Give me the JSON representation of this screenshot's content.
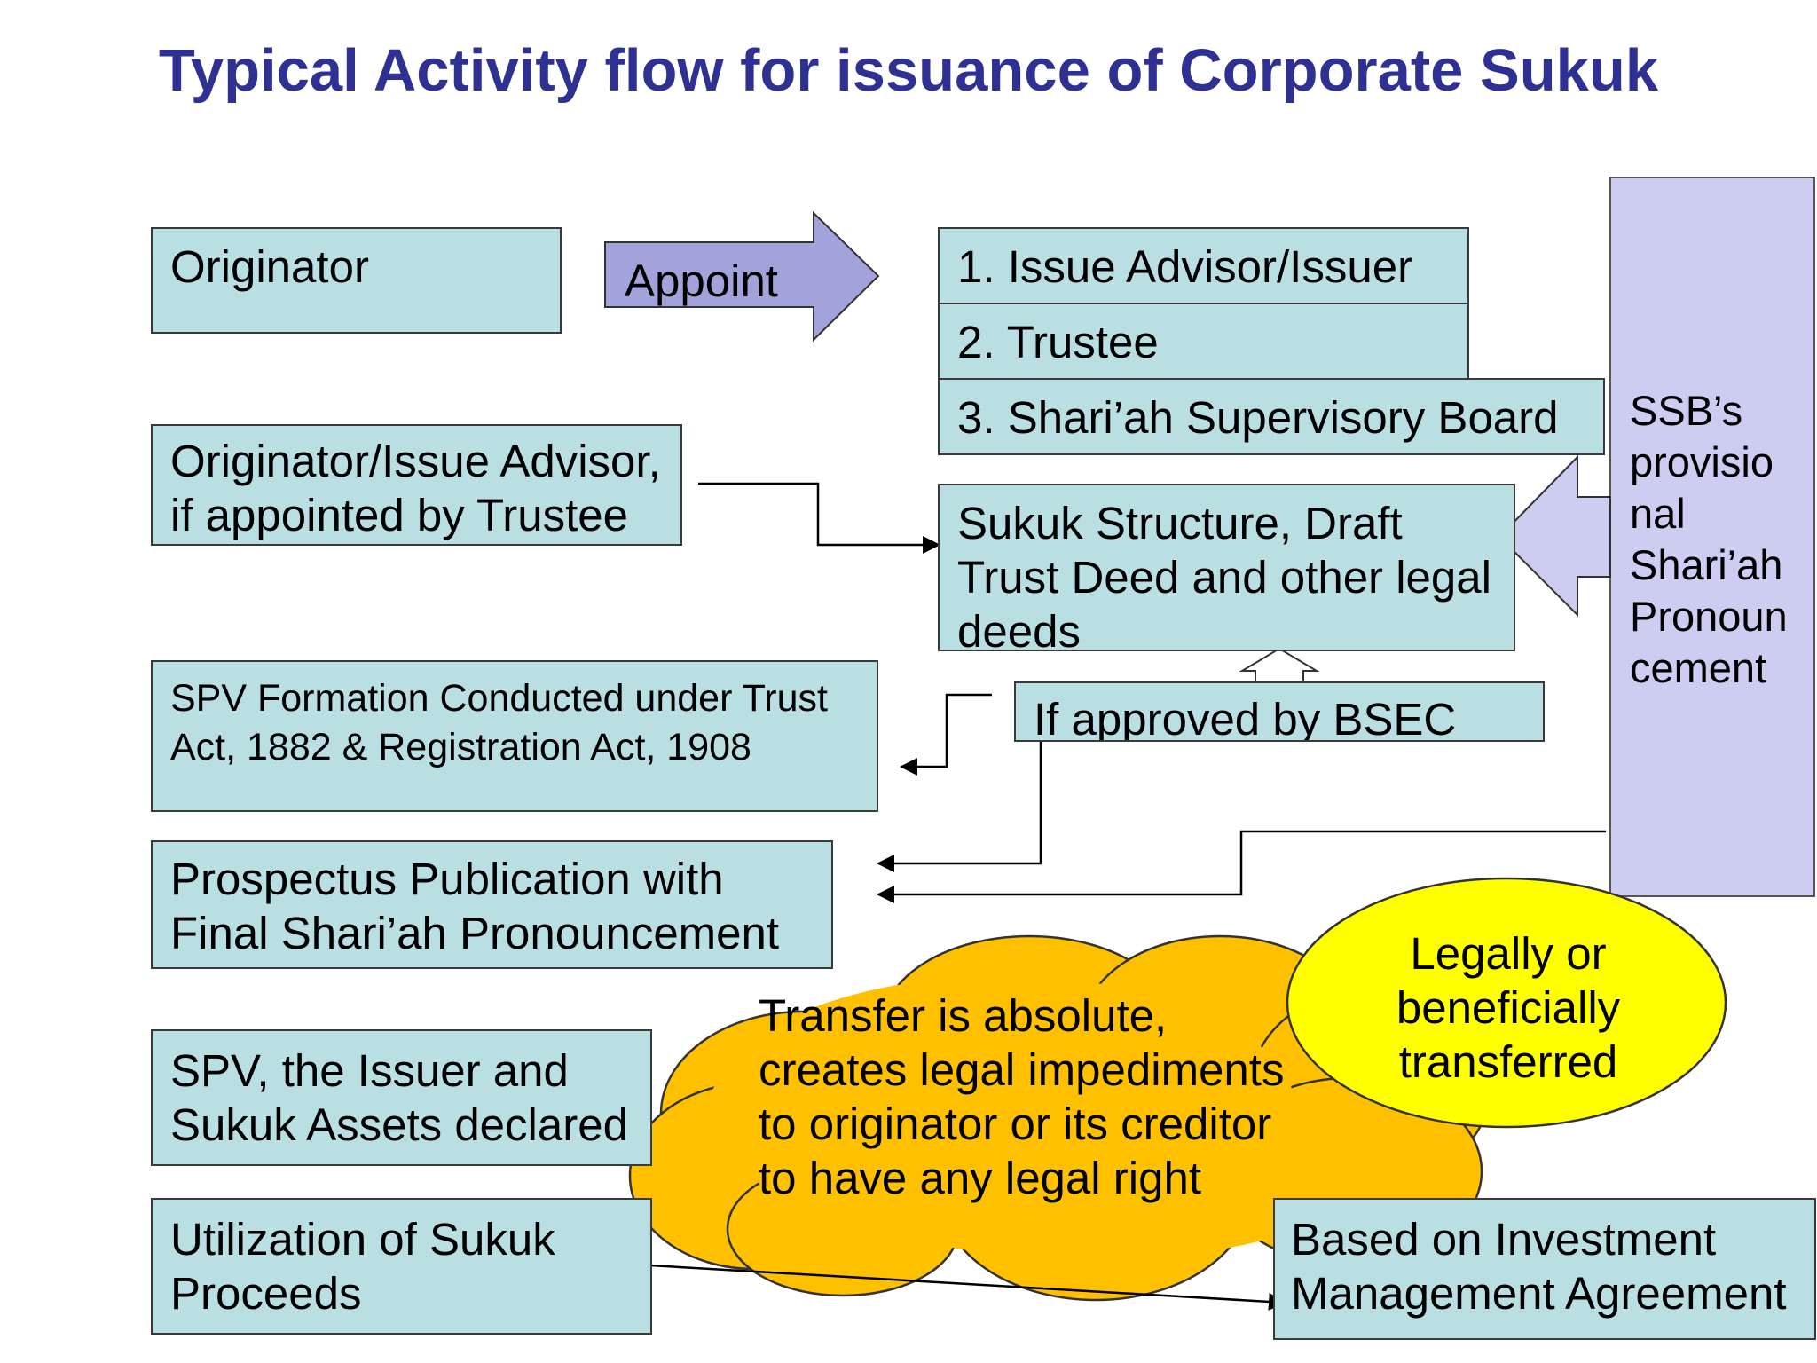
{
  "title": "Typical Activity  flow for issuance of Corporate Sukuk",
  "boxes": {
    "originator": "Originator",
    "appoint": "Appoint",
    "issue_advisor": "1. Issue Advisor/Issuer",
    "trustee": "2. Trustee",
    "ssb": "3. Shari’ah Supervisory Board",
    "originator_advisor": "Originator/Issue Advisor, if appointed by Trustee",
    "sukuk_structure": "Sukuk Structure, Draft Trust Deed and other legal deeds",
    "spv_formation": "SPV Formation Conducted under Trust Act, 1882 & Registration Act, 1908",
    "bsec": "If approved by BSEC",
    "ssb_provisional": "SSB’s provisio nal Shari’ah Pronoun cement",
    "prospectus": "Prospectus Publication with Final Shari’ah Pronouncement",
    "spv_issuer": "SPV, the Issuer and Sukuk Assets declared",
    "transfer_cloud": "Transfer is absolute, creates legal impediments to originator or its creditor to have any legal right",
    "legally_transferred": "Legally or beneficially transferred",
    "utilization": "Utilization of Sukuk Proceeds",
    "investment_agreement": "Based on Investment Management Agreement"
  },
  "colors": {
    "title": "#2e3192",
    "box_fill": "#b9dfe2",
    "arrow_fill": "#a3a3dc",
    "ssb_column_fill": "#cccdf0",
    "cloud_fill": "#ffc000",
    "ellipse_fill": "#ffff00"
  }
}
